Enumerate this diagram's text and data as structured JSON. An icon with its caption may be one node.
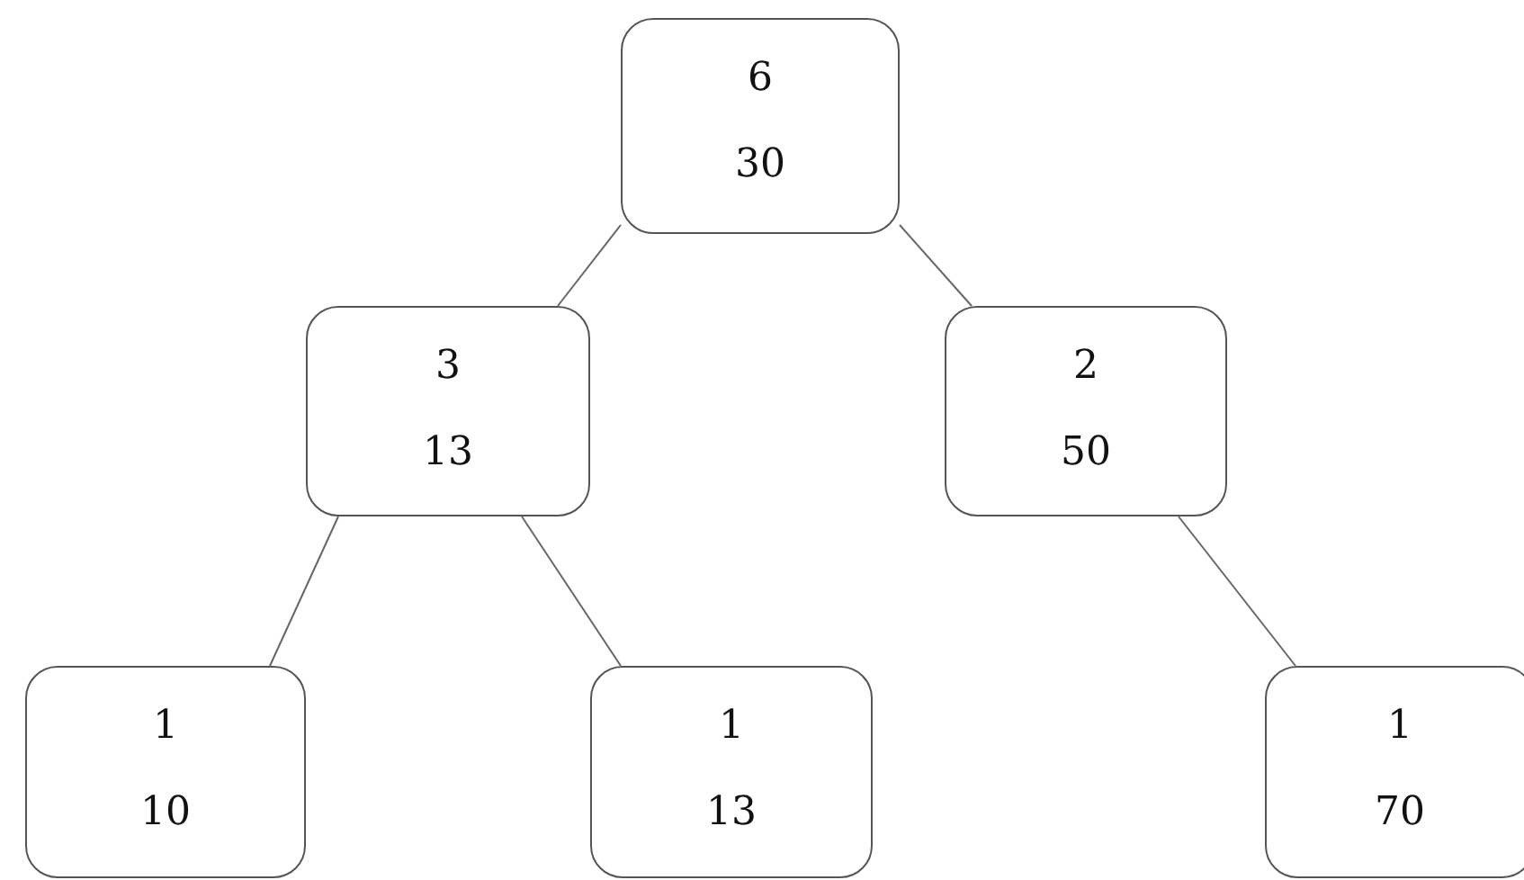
{
  "diagram": {
    "nodes": [
      {
        "text": [
          "6",
          "30"
        ]
      },
      {
        "text": [
          "3",
          "13"
        ]
      },
      {
        "text": [
          "2",
          "50"
        ]
      },
      {
        "text": [
          "1",
          "10"
        ]
      },
      {
        "text": [
          "1",
          "13"
        ]
      },
      {
        "text": [
          "1",
          "70"
        ]
      }
    ],
    "edges": [
      {
        "from": 0,
        "to": 1,
        "arrow": "none"
      },
      {
        "from": 0,
        "to": 2,
        "arrow": "none"
      },
      {
        "from": 1,
        "to": 3,
        "arrow": "none"
      },
      {
        "from": 1,
        "to": 4,
        "arrow": "none"
      },
      {
        "from": 2,
        "to": 5,
        "arrow": "none"
      }
    ]
  }
}
